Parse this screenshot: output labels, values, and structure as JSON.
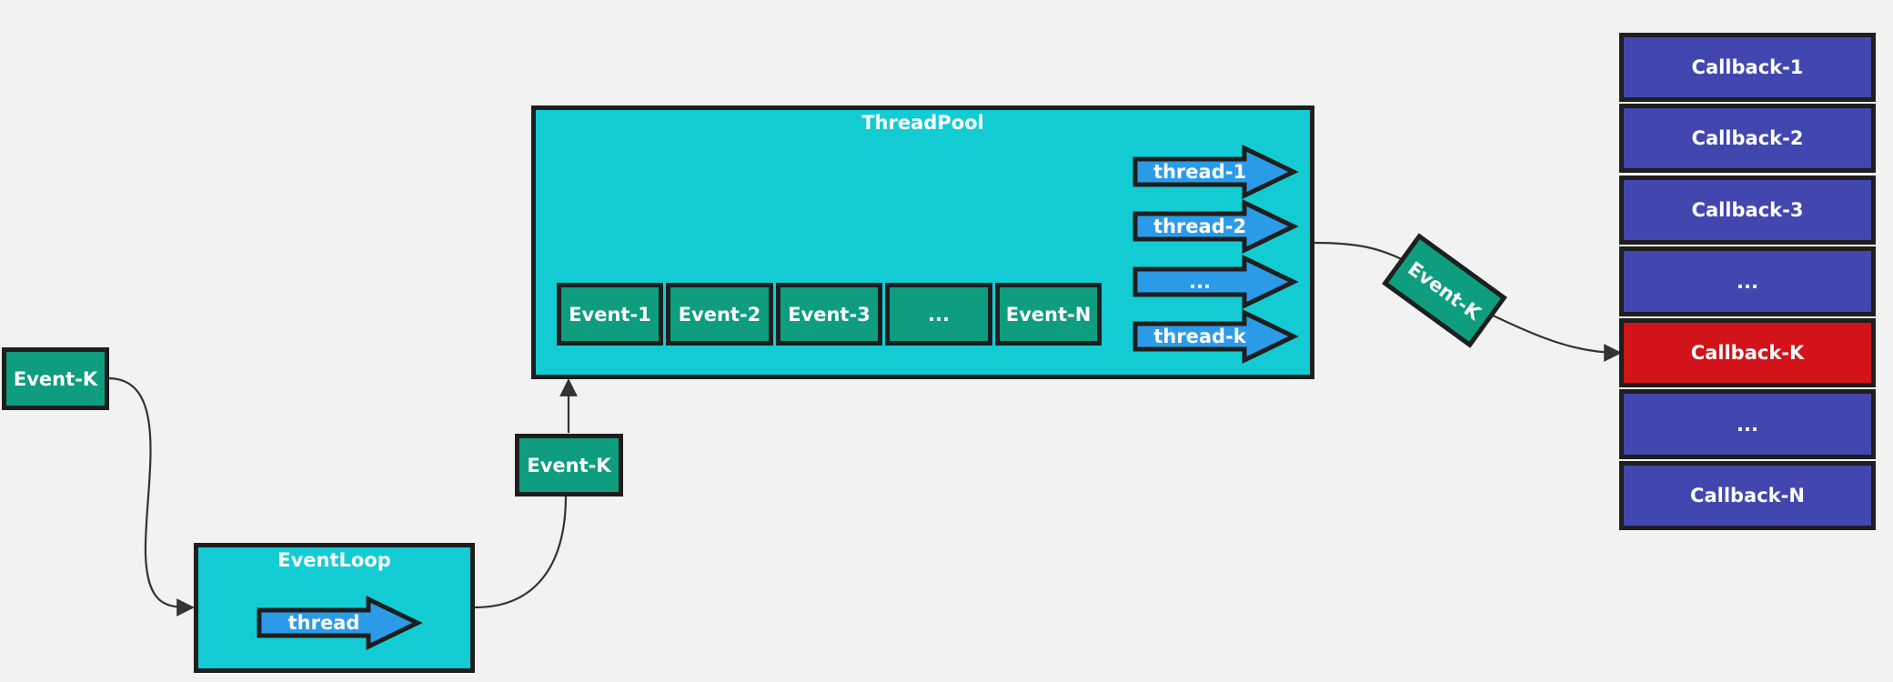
{
  "colors": {
    "background": "#f2f2f2",
    "container": "#13ccd3",
    "event": "#0e9d7f",
    "callback": "#4247b0",
    "callback_active": "#d3131a",
    "thread_arrow": "#2b9be8",
    "border": "#1e1e1e"
  },
  "incoming_event": {
    "label": "Event-K"
  },
  "event_loop": {
    "title": "EventLoop",
    "thread_label": "thread"
  },
  "dispatched_event": {
    "label": "Event-K"
  },
  "thread_pool": {
    "title": "ThreadPool",
    "queue": [
      "Event-1",
      "Event-2",
      "Event-3",
      "...",
      "Event-N"
    ],
    "threads": [
      "thread-1",
      "thread-2",
      "...",
      "thread-k"
    ]
  },
  "completed_event": {
    "label": "Event-K"
  },
  "callbacks": [
    {
      "label": "Callback-1",
      "active": false
    },
    {
      "label": "Callback-2",
      "active": false
    },
    {
      "label": "Callback-3",
      "active": false
    },
    {
      "label": "...",
      "active": false
    },
    {
      "label": "Callback-K",
      "active": true
    },
    {
      "label": "...",
      "active": false
    },
    {
      "label": "Callback-N",
      "active": false
    }
  ]
}
